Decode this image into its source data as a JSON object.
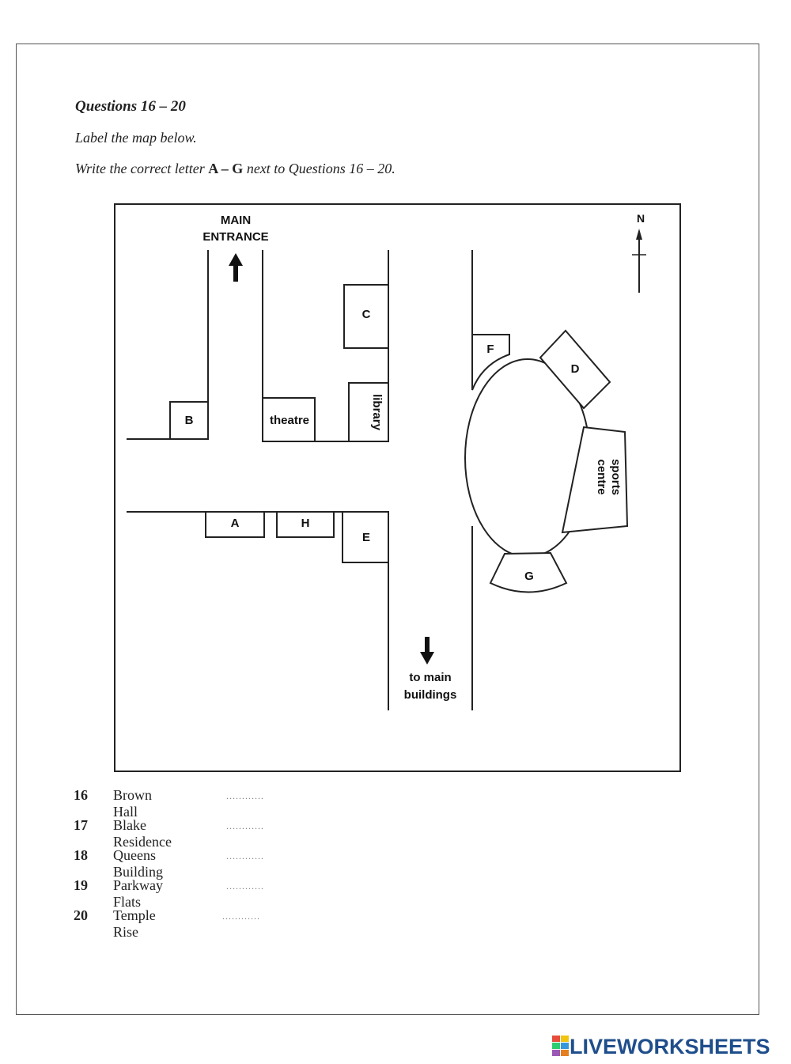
{
  "heading": "Questions 16 – 20",
  "instruction_1": "Label the map below.",
  "instruction_2_pre": "Write the correct letter ",
  "instruction_2_bold": "A – G",
  "instruction_2_post": " next to Questions 16 – 20.",
  "map": {
    "compass": "N",
    "main_entrance_1": "MAIN",
    "main_entrance_2": "ENTRANCE",
    "to_main_1": "to main",
    "to_main_2": "buildings",
    "labels": {
      "A": "A",
      "B": "B",
      "C": "C",
      "D": "D",
      "E": "E",
      "F": "F",
      "G": "G",
      "H": "H",
      "theatre": "theatre",
      "library": "library",
      "sports_1": "sports",
      "sports_2": "centre"
    }
  },
  "questions": [
    {
      "number": "16",
      "name": "Brown Hall",
      "answer": "",
      "placeholder": "............"
    },
    {
      "number": "17",
      "name": "Blake Residence",
      "answer": "",
      "placeholder": "............"
    },
    {
      "number": "18",
      "name": "Queens Building",
      "answer": "",
      "placeholder": "............"
    },
    {
      "number": "19",
      "name": "Parkway Flats",
      "answer": "",
      "placeholder": "............"
    },
    {
      "number": "20",
      "name": "Temple Rise",
      "answer": "",
      "placeholder": "............"
    }
  ],
  "brand": "LIVEWORKSHEETS",
  "brand_colors": {
    "primary": "#1f4e8c",
    "accent_1": "#e74c3c",
    "accent_2": "#f1c40f",
    "accent_3": "#2ecc71",
    "accent_4": "#3498db"
  }
}
